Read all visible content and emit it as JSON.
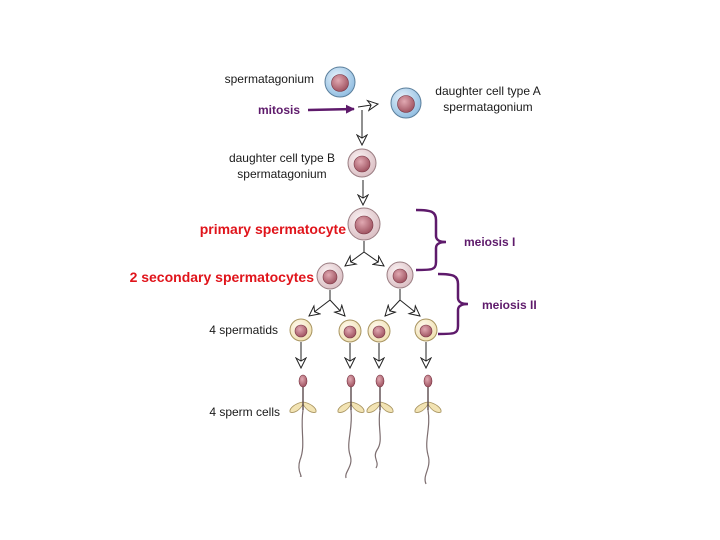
{
  "labels": {
    "spermatagonium": "spermatagonium",
    "mitosis": "mitosis",
    "daughter_a_line1": "daughter cell type A",
    "daughter_a_line2": "spermatagonium",
    "daughter_b_line1": "daughter cell type B",
    "daughter_b_line2": "spermatagonium",
    "primary_spermatocyte": "primary spermatocyte",
    "secondary_spermatocytes": "2 secondary spermatocytes",
    "meiosis_1": "meiosis I",
    "meiosis_2": "meiosis II",
    "spermatids": "4 spermatids",
    "sperm_cells": "4 sperm cells"
  },
  "colors": {
    "red_label": "#e0141b",
    "purple": "#5e1a6b",
    "blue_cell": "#a9cce9",
    "pink_cell": "#e8d3d6",
    "nucleus": "#b76b78",
    "spermatid_cell": "#f7edc9",
    "sperm_body": "#f2e3b3"
  }
}
